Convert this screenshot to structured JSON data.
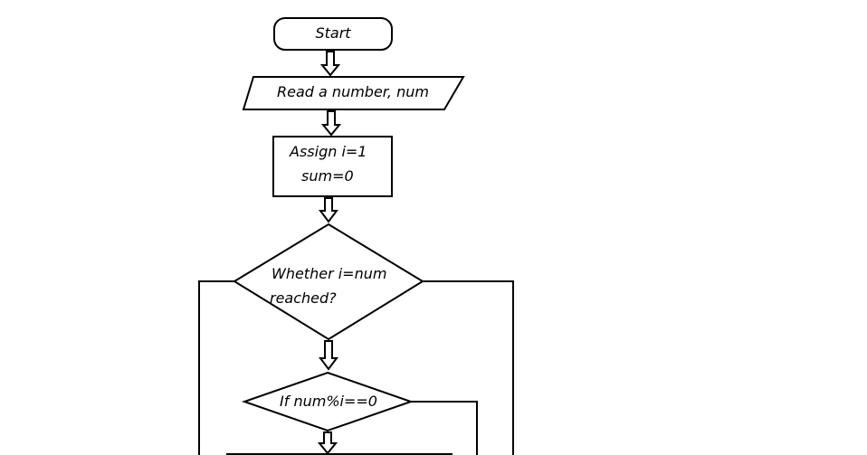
{
  "nodes": {
    "start": {
      "label": "Start"
    },
    "read": {
      "label": "Read a number, num"
    },
    "assign": {
      "line1": "Assign i=1",
      "line2": "sum=0"
    },
    "loop_check": {
      "line1": "Whether i=num",
      "line2": "reached?"
    },
    "mod_check": {
      "label": "If num%i==0"
    }
  },
  "colors": {
    "stroke": "#000000",
    "fill": "#ffffff"
  }
}
